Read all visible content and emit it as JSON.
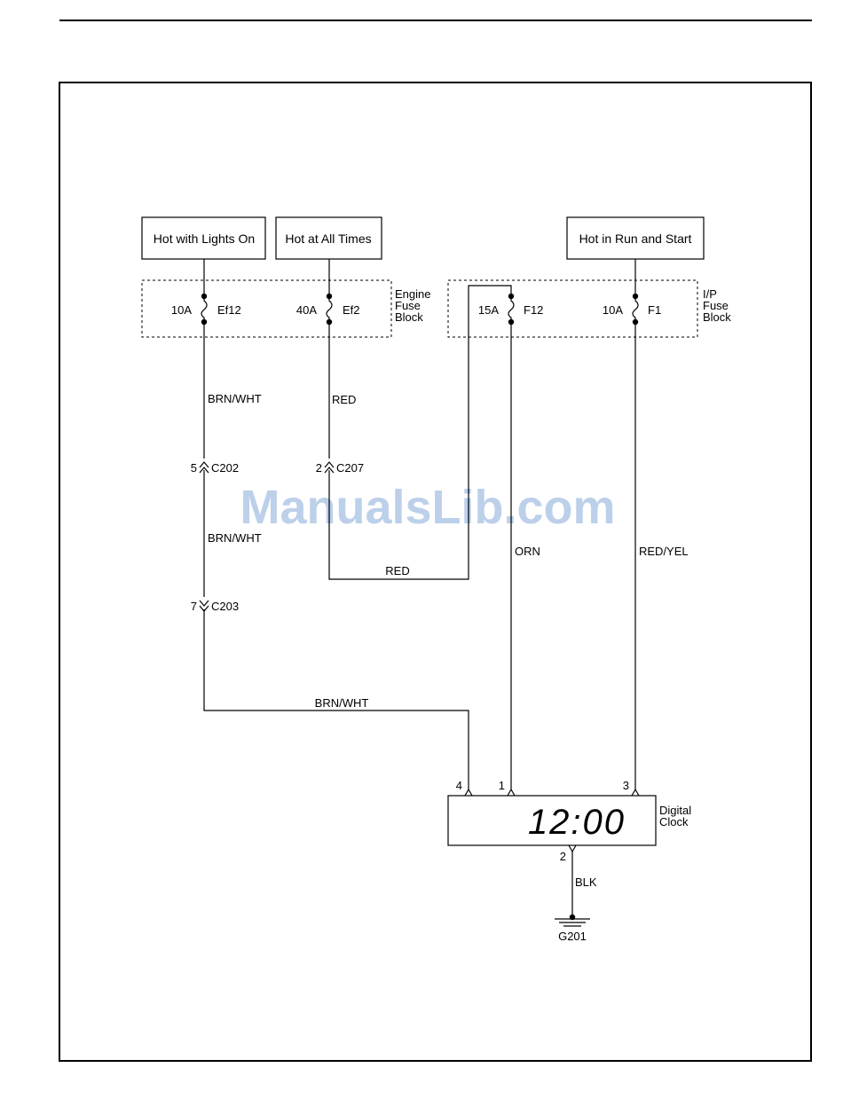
{
  "sources": {
    "lights_on": "Hot with Lights On",
    "all_times": "Hot at All Times",
    "run_start": "Hot in Run and Start"
  },
  "fuse_blocks": {
    "engine": [
      "Engine",
      "Fuse",
      "Block"
    ],
    "ip": [
      "I/P",
      "Fuse",
      "Block"
    ]
  },
  "fuses": [
    {
      "rating": "10A",
      "name": "Ef12"
    },
    {
      "rating": "40A",
      "name": "Ef2"
    },
    {
      "rating": "15A",
      "name": "F12"
    },
    {
      "rating": "10A",
      "name": "F1"
    }
  ],
  "wires": {
    "brn_wht_1": "BRN/WHT",
    "brn_wht_2": "BRN/WHT",
    "brn_wht_3": "BRN/WHT",
    "red_1": "RED",
    "red_2": "RED",
    "orn": "ORN",
    "red_yel": "RED/YEL",
    "blk": "BLK"
  },
  "connectors": [
    {
      "pin": "5",
      "name": "C202"
    },
    {
      "pin": "2",
      "name": "C207"
    },
    {
      "pin": "7",
      "name": "C203"
    }
  ],
  "clock": {
    "name": [
      "Digital",
      "Clock"
    ],
    "display": "12:00",
    "pins": [
      "4",
      "1",
      "3",
      "2"
    ]
  },
  "ground": "G201",
  "watermark": "ManualsLib.com"
}
